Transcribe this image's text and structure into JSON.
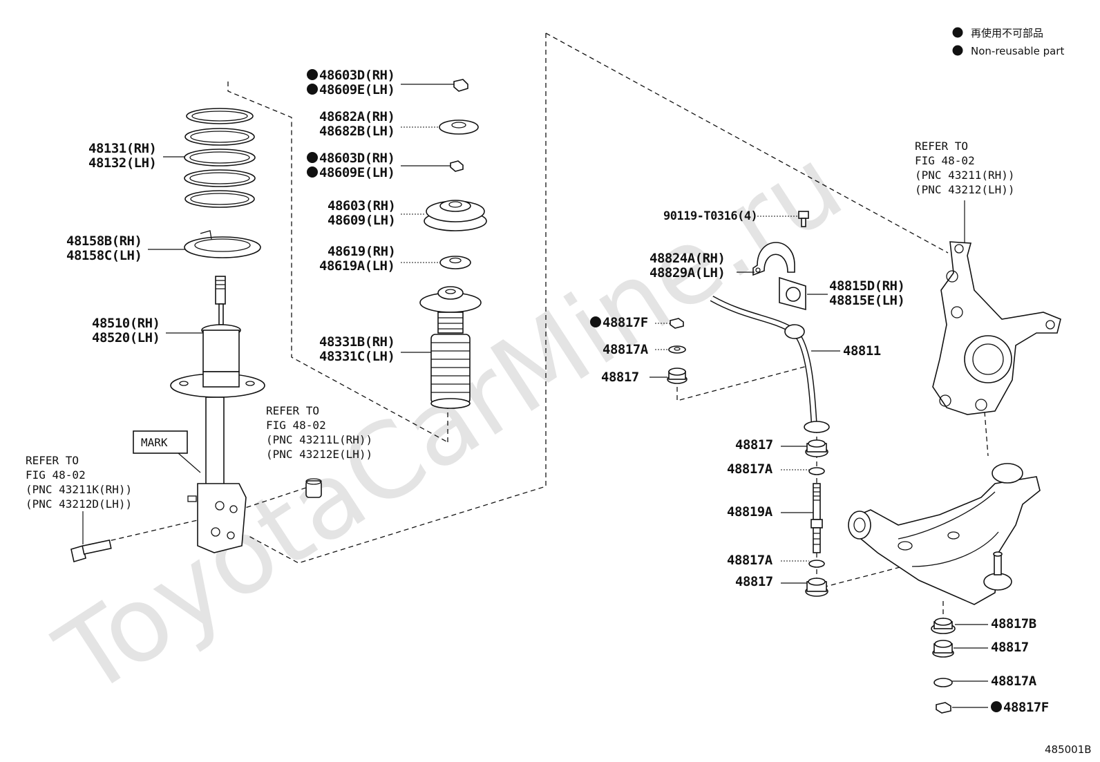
{
  "watermark": "ToyotaCarMine.ru",
  "figure_id": "485001B",
  "legend": {
    "items": [
      {
        "label_ja": "再使用不可部品"
      },
      {
        "label_en": "Non-reusable part"
      }
    ]
  },
  "labels": {
    "spring": [
      "48131(RH)",
      "48132(LH)"
    ],
    "seat": [
      "48158B(RH)",
      "48158C(LH)"
    ],
    "strut": [
      "48510(RH)",
      "48520(LH)"
    ],
    "nut_top": [
      "48603D(RH)",
      "48609E(LH)"
    ],
    "washer": [
      "48682A(RH)",
      "48682B(LH)"
    ],
    "nut_2": [
      "48603D(RH)",
      "48609E(LH)"
    ],
    "mount": [
      "48603(RH)",
      "48609(LH)"
    ],
    "bearing": [
      "48619(RH)",
      "48619A(LH)"
    ],
    "boot": [
      "48331B(RH)",
      "48331C(LH)"
    ],
    "bolt_ref": "90119-T0316(4)",
    "bracket": [
      "48824A(RH)",
      "48829A(LH)"
    ],
    "bushing": [
      "48815D(RH)",
      "48815E(LH)"
    ],
    "stab_nut_f": "48817F",
    "stab_a": "48817A",
    "stab_cushion": "48817",
    "stabilizer": "48811",
    "link_cushion_1": "48817",
    "link_a_1": "48817A",
    "link_bolt": "48819A",
    "link_a_2": "48817A",
    "link_cushion_2": "48817",
    "low_b": "48817B",
    "low_cushion": "48817",
    "low_a": "48817A",
    "low_f": "48817F"
  },
  "mark_label": "MARK",
  "refs": {
    "knuckle": [
      "REFER TO",
      "FIG 48-02",
      "(PNC 43211(RH))",
      "(PNC 43212(LH))"
    ],
    "nut": [
      "REFER TO",
      "FIG 48-02",
      "(PNC 43211L(RH))",
      "(PNC 43212E(LH))"
    ],
    "bolt": [
      "REFER TO",
      "FIG 48-02",
      "(PNC 43211K(RH))",
      "(PNC 43212D(LH))"
    ]
  }
}
